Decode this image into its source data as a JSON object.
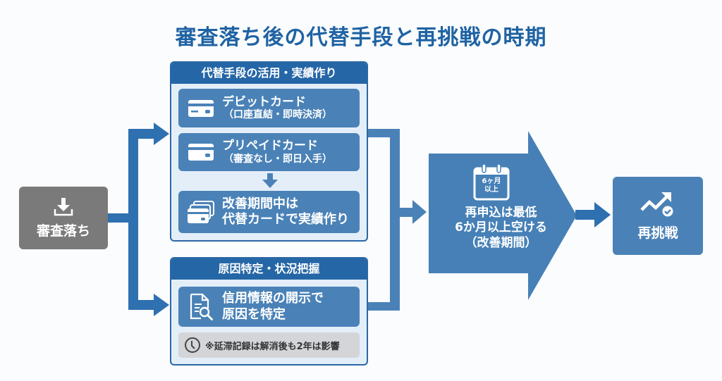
{
  "title": "審査落ち後の代替手段と再挑戦の時期",
  "colors": {
    "title": "#1f63a3",
    "connector": "#2e70b0",
    "panel_header": "#2566a6",
    "panel_bg": "#e4eef9",
    "item_bg": "#4a82b7",
    "start_box": "#7a7a7a",
    "note_bg": "#d3d5d8"
  },
  "start": {
    "label": "審査落ち",
    "icon": "download-icon"
  },
  "alternatives_panel": {
    "header": "代替手段の活用・実績作り",
    "items": [
      {
        "icon": "credit-card-icon",
        "main": "デビットカード",
        "sub": "（口座直結・即時決済）"
      },
      {
        "icon": "card-icon",
        "main": "プリペイドカード",
        "sub": "（審査なし・即日入手）"
      }
    ],
    "flow_arrow_icon": "arrow-down-icon",
    "result": {
      "icon": "stacked-cards-icon",
      "line1": "改善期間中は",
      "line2": "代替カードで実績作り"
    }
  },
  "cause_panel": {
    "header": "原因特定・状況把握",
    "item": {
      "icon": "document-search-icon",
      "line1": "信用情報の開示で",
      "line2": "原因を特定"
    },
    "note": {
      "icon": "clock-icon",
      "text": "※延滞記録は解消後も2年は影響"
    }
  },
  "wait_period": {
    "calendar_icon": "calendar-icon",
    "calendar_line1": "6ヶ月",
    "calendar_line2": "以上",
    "line1": "再申込は最低",
    "line2": "6か月以上空ける",
    "line3": "（改善期間）"
  },
  "end": {
    "label": "再挑戦",
    "icon": "trend-up-check-icon"
  }
}
